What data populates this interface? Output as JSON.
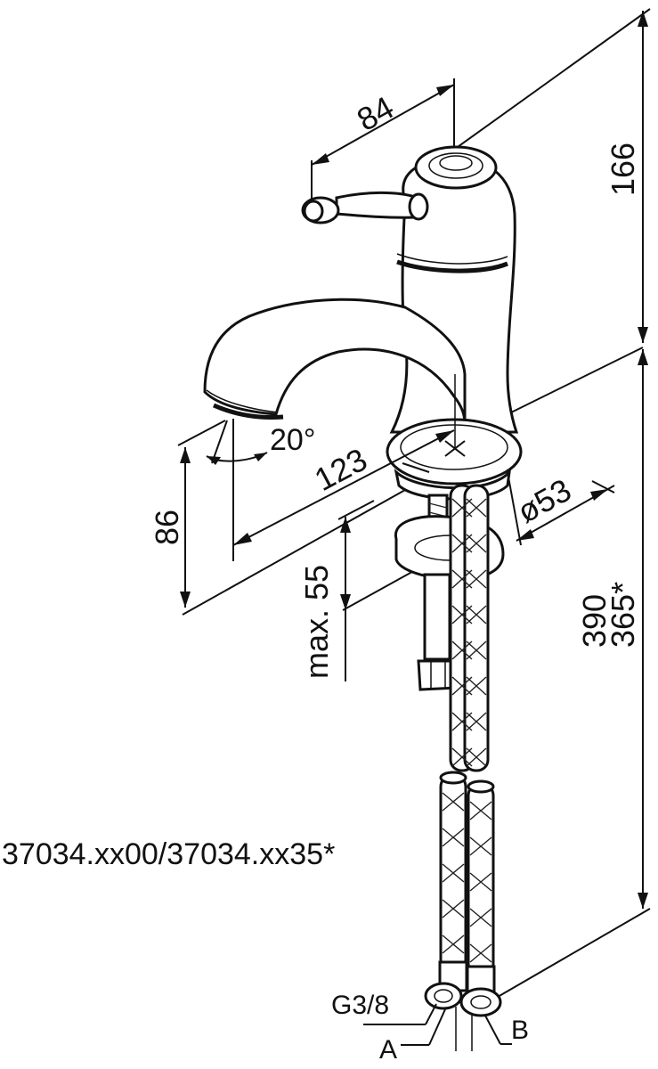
{
  "product_codes": "37034.xx00/37034.xx35*",
  "dimensions": {
    "lever_reach": "84",
    "upper_height": "166",
    "spout_angle": "20°",
    "spout_projection": "123",
    "spout_height": "86",
    "base_diameter": "ø53",
    "max_thickness": "max. 55",
    "total_height_a": "390",
    "total_height_b": "365*"
  },
  "connections": {
    "thread": "G3/8",
    "inlet_a": "A",
    "inlet_b": "B"
  }
}
